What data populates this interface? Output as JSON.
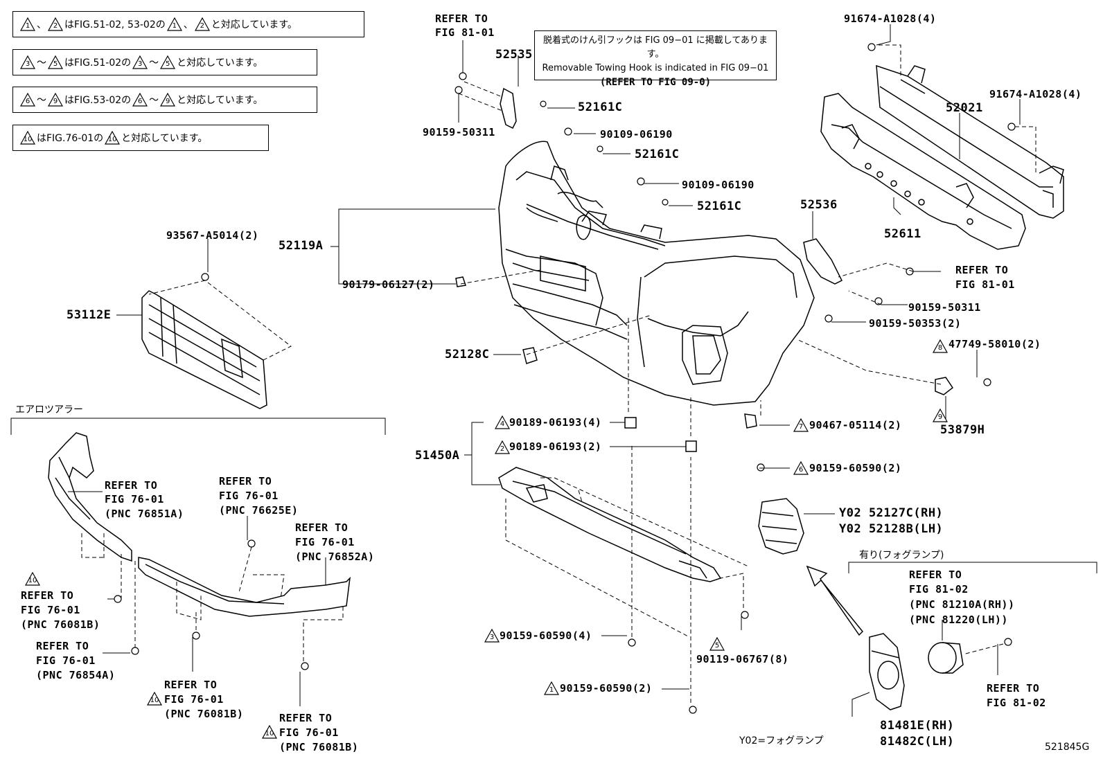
{
  "notes": [
    {
      "id": "n1",
      "parts": [
        {
          "t": "tri",
          "v": "1"
        },
        {
          "t": "txt",
          "v": "、"
        },
        {
          "t": "tri",
          "v": "2"
        },
        {
          "t": "txt",
          "v": "はFIG.51-02, 53-02の"
        },
        {
          "t": "tri",
          "v": "1"
        },
        {
          "t": "txt",
          "v": "、"
        },
        {
          "t": "tri",
          "v": "2"
        },
        {
          "t": "txt",
          "v": "と対応しています。"
        }
      ]
    },
    {
      "id": "n2",
      "parts": [
        {
          "t": "tri",
          "v": "3"
        },
        {
          "t": "txt",
          "v": "～"
        },
        {
          "t": "tri",
          "v": "5"
        },
        {
          "t": "txt",
          "v": "はFIG.51-02の"
        },
        {
          "t": "tri",
          "v": "3"
        },
        {
          "t": "txt",
          "v": "～"
        },
        {
          "t": "tri",
          "v": "5"
        },
        {
          "t": "txt",
          "v": "と対応しています。"
        }
      ]
    },
    {
      "id": "n3",
      "parts": [
        {
          "t": "tri",
          "v": "6"
        },
        {
          "t": "txt",
          "v": "～"
        },
        {
          "t": "tri",
          "v": "9"
        },
        {
          "t": "txt",
          "v": "はFIG.53-02の"
        },
        {
          "t": "tri",
          "v": "6"
        },
        {
          "t": "txt",
          "v": "～"
        },
        {
          "t": "tri",
          "v": "9"
        },
        {
          "t": "txt",
          "v": "と対応しています。"
        }
      ]
    },
    {
      "id": "n4",
      "parts": [
        {
          "t": "tri",
          "v": "10"
        },
        {
          "t": "txt",
          "v": "はFIG.76-01の "
        },
        {
          "t": "tri",
          "v": "10"
        },
        {
          "t": "txt",
          "v": " と対応しています。"
        }
      ]
    }
  ],
  "tow_note": {
    "jp": "脱着式のけん引フックは FIG 09−01 に掲載してあります。",
    "en": "Removable Towing Hook is indicated in FIG 09−01",
    "ref": "(REFER TO FIG 09-0)"
  },
  "labels": {
    "refer_to": "REFER TO",
    "fig_81_01": "FIG 81-01",
    "fig_81_02": "FIG 81-02",
    "fig_76_01": "FIG 76-01",
    "p52535": "52535",
    "p90159_50311_a": "90159-50311",
    "p52161c_1": "52161C",
    "p90109_06190_1": "90109-06190",
    "p52161c_2": "52161C",
    "p90109_06190_2": "90109-06190",
    "p52161c_3": "52161C",
    "p91674_a1028_1": "91674-A1028(4)",
    "p91674_a1028_2": "91674-A1028(4)",
    "p52021": "52021",
    "p52611": "52611",
    "p52536": "52536",
    "p90159_50311_b": "90159-50311",
    "p90159_50353": "90159-50353(2)",
    "p47749_58010": "47749-58010(2)",
    "p53879h": "53879H",
    "p93567_a5014": "93567-A5014(2)",
    "p52119a": "52119A",
    "p90179_06127": "90179-06127(2)",
    "p53112e": "53112E",
    "p52128c": "52128C",
    "aero_title": "エアロツアラー",
    "p90189_06193_4": "90189-06193(4)",
    "p90189_06193_2": "90189-06193(2)",
    "p51450a": "51450A",
    "p90467_05114": "90467-05114(2)",
    "p90159_60590_2a": "90159-60590(2)",
    "p90159_60590_4": "90159-60590(4)",
    "p90119_06767": "90119-06767(8)",
    "p90159_60590_2b": "90159-60590(2)",
    "y02_rh": "Y02 52127C(RH)",
    "y02_lh": "Y02 52128B(LH)",
    "fog_title": "有り(フォグランプ)",
    "pnc_81210a": "(PNC 81210A(RH))",
    "pnc_81220": "(PNC 81220(LH))",
    "p81481e": "81481E(RH)",
    "p81482c": "81482C(LH)",
    "y02_legend": "Y02=フォグランプ",
    "fig_code": "521845G",
    "pnc_76851a": "(PNC 76851A)",
    "pnc_76625e": "(PNC 76625E)",
    "pnc_76852a": "(PNC 76852A)",
    "pnc_76081b_1": "(PNC 76081B)",
    "pnc_76854a": "(PNC 76854A)",
    "pnc_76081b_2": "(PNC 76081B)",
    "pnc_76081b_3": "(PNC 76081B)"
  },
  "markers": {
    "m8": "8",
    "m9": "9",
    "m4": "4",
    "m2": "2",
    "m7": "7",
    "m6": "6",
    "m3": "3",
    "m5": "5",
    "m1": "1",
    "m10a": "10",
    "m10b": "10",
    "m10c": "10"
  }
}
